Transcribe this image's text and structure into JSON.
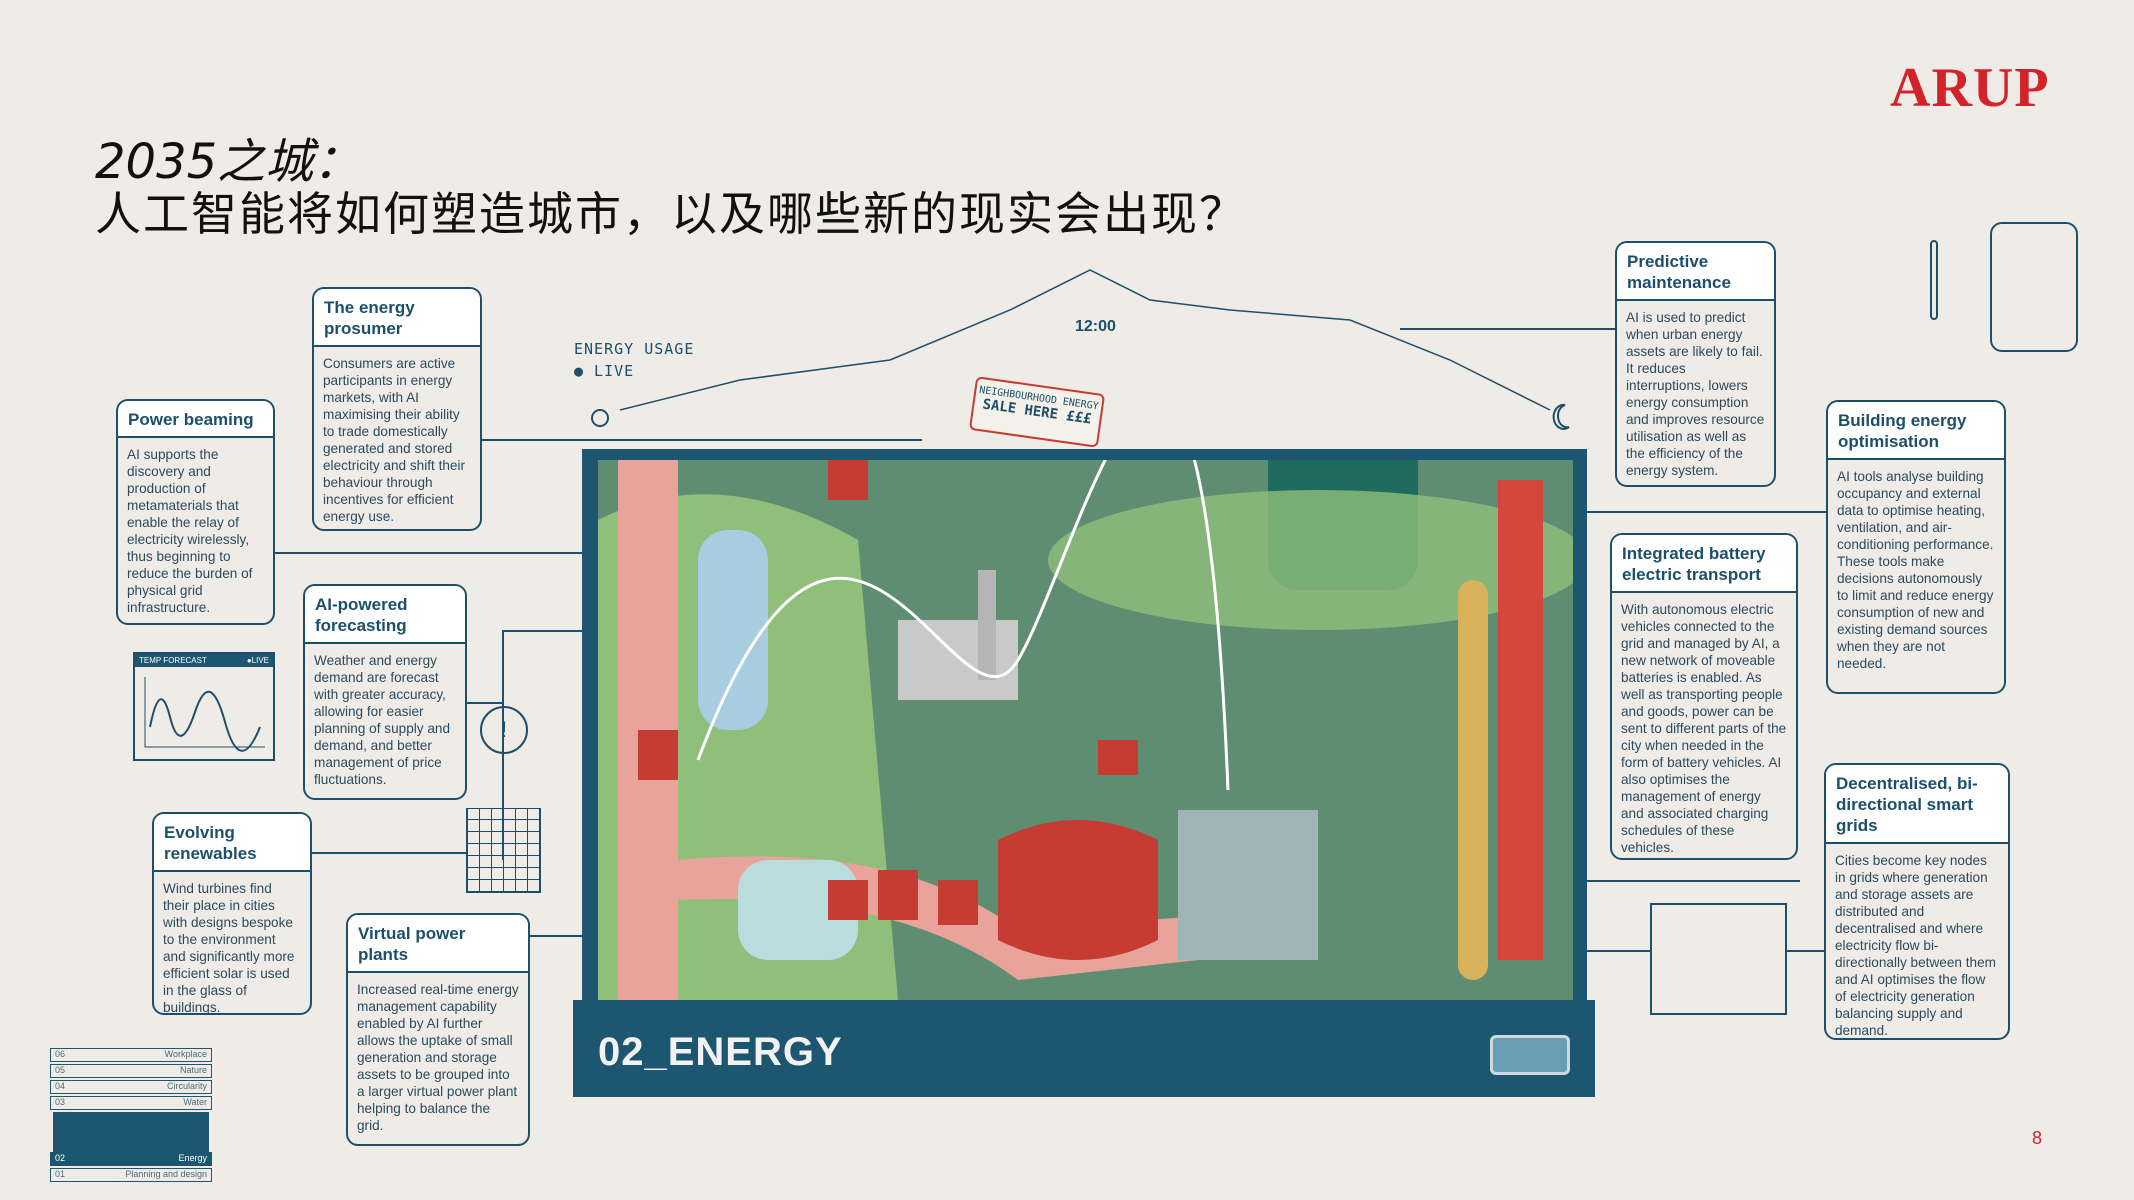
{
  "header": {
    "title_line1": "2035之城：",
    "title_line2": "人工智能将如何塑造城市，以及哪些新的现实会出现？",
    "logo": "ARUP"
  },
  "page_number": "8",
  "illustration": {
    "energy_usage": "ENERGY USAGE",
    "live": "● LIVE",
    "time": "12:00",
    "sale_sign_line1": "NEIGHBOURHOOD ENERGY",
    "sale_sign_line2": "SALE HERE £££",
    "section_label": "02_ENERGY"
  },
  "temp_forecast": {
    "title": "TEMP FORECAST",
    "live": "●LIVE"
  },
  "boxes": {
    "power_beaming": {
      "title": "Power beaming",
      "body": "AI supports the discovery and production of metamaterials that enable the relay of electricity wirelessly, thus beginning to reduce the burden of physical grid infrastructure."
    },
    "prosumer": {
      "title": "The energy prosumer",
      "body": "Consumers are active participants in energy markets, with AI maximising their ability to trade domestically generated and stored electricity and shift their behaviour through incentives for efficient energy use."
    },
    "forecasting": {
      "title": "AI-powered forecasting",
      "body": "Weather and energy demand are forecast with greater accuracy, allowing for easier planning of supply and demand, and better management of price fluctuations."
    },
    "renewables": {
      "title": "Evolving renewables",
      "body": "Wind turbines find their place in cities with designs bespoke to the environment and significantly more efficient solar is used in the glass of buildings."
    },
    "vpp": {
      "title": "Virtual power plants",
      "body": "Increased real-time energy management capability enabled by AI further allows the uptake of small generation and storage assets to be grouped into a larger virtual power plant helping to balance the grid."
    },
    "predictive": {
      "title": "Predictive maintenance",
      "body": "AI is used to predict when urban energy assets are likely to fail. It reduces interruptions, lowers energy consumption and improves resource utilisation as well as the efficiency of the energy system."
    },
    "battery": {
      "title": "Integrated battery electric transport",
      "body": "With autonomous electric vehicles connected to the grid and managed by AI, a new network of moveable batteries is enabled. As well as transporting people and goods, power can be sent to different parts of the city when needed in the form of battery vehicles. AI also optimises the management of energy and associated charging schedules of these vehicles."
    },
    "building": {
      "title": "Building energy optimisation",
      "body": "AI tools analyse building occupancy and external data to optimise heating, ventilation, and air-conditioning performance. These tools make decisions autonomously to limit and reduce energy consumption of new and existing demand sources when they are not needed."
    },
    "smartgrid": {
      "title": "Decentralised, bi-directional smart grids",
      "body": "Cities become key nodes in grids where generation and storage assets are distributed and decentralised and where electricity flow bi-directionally between them and AI optimises the flow of electricity generation balancing supply and demand."
    }
  },
  "nav": [
    {
      "num": "06",
      "label": "Workplace"
    },
    {
      "num": "05",
      "label": "Nature"
    },
    {
      "num": "04",
      "label": "Circularity"
    },
    {
      "num": "03",
      "label": "Water"
    },
    {
      "num": "02",
      "label": "Energy",
      "active": true
    },
    {
      "num": "01",
      "label": "Planning and design"
    }
  ],
  "colors": {
    "brand": "#d3222a",
    "primary": "#1d4f6b",
    "board": "#1d5671"
  }
}
